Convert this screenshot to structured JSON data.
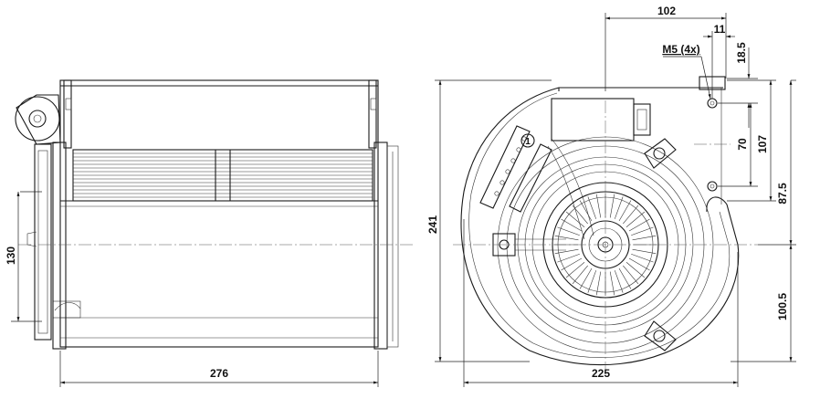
{
  "side_view": {
    "width_label": "276",
    "height_label": "130"
  },
  "front_view": {
    "overall_height_label": "241",
    "overall_width_label": "225",
    "outlet_offset_label": "102",
    "hole_inset_label": "11",
    "thread_label": "M5 (4x)",
    "top_to_hole_label": "18.5",
    "hole_spacing_label": "70",
    "upper_height_label": "107",
    "outlet_to_axis_label": "87.5",
    "axis_to_bottom_label": "100.5",
    "item_marker_label": "1"
  }
}
